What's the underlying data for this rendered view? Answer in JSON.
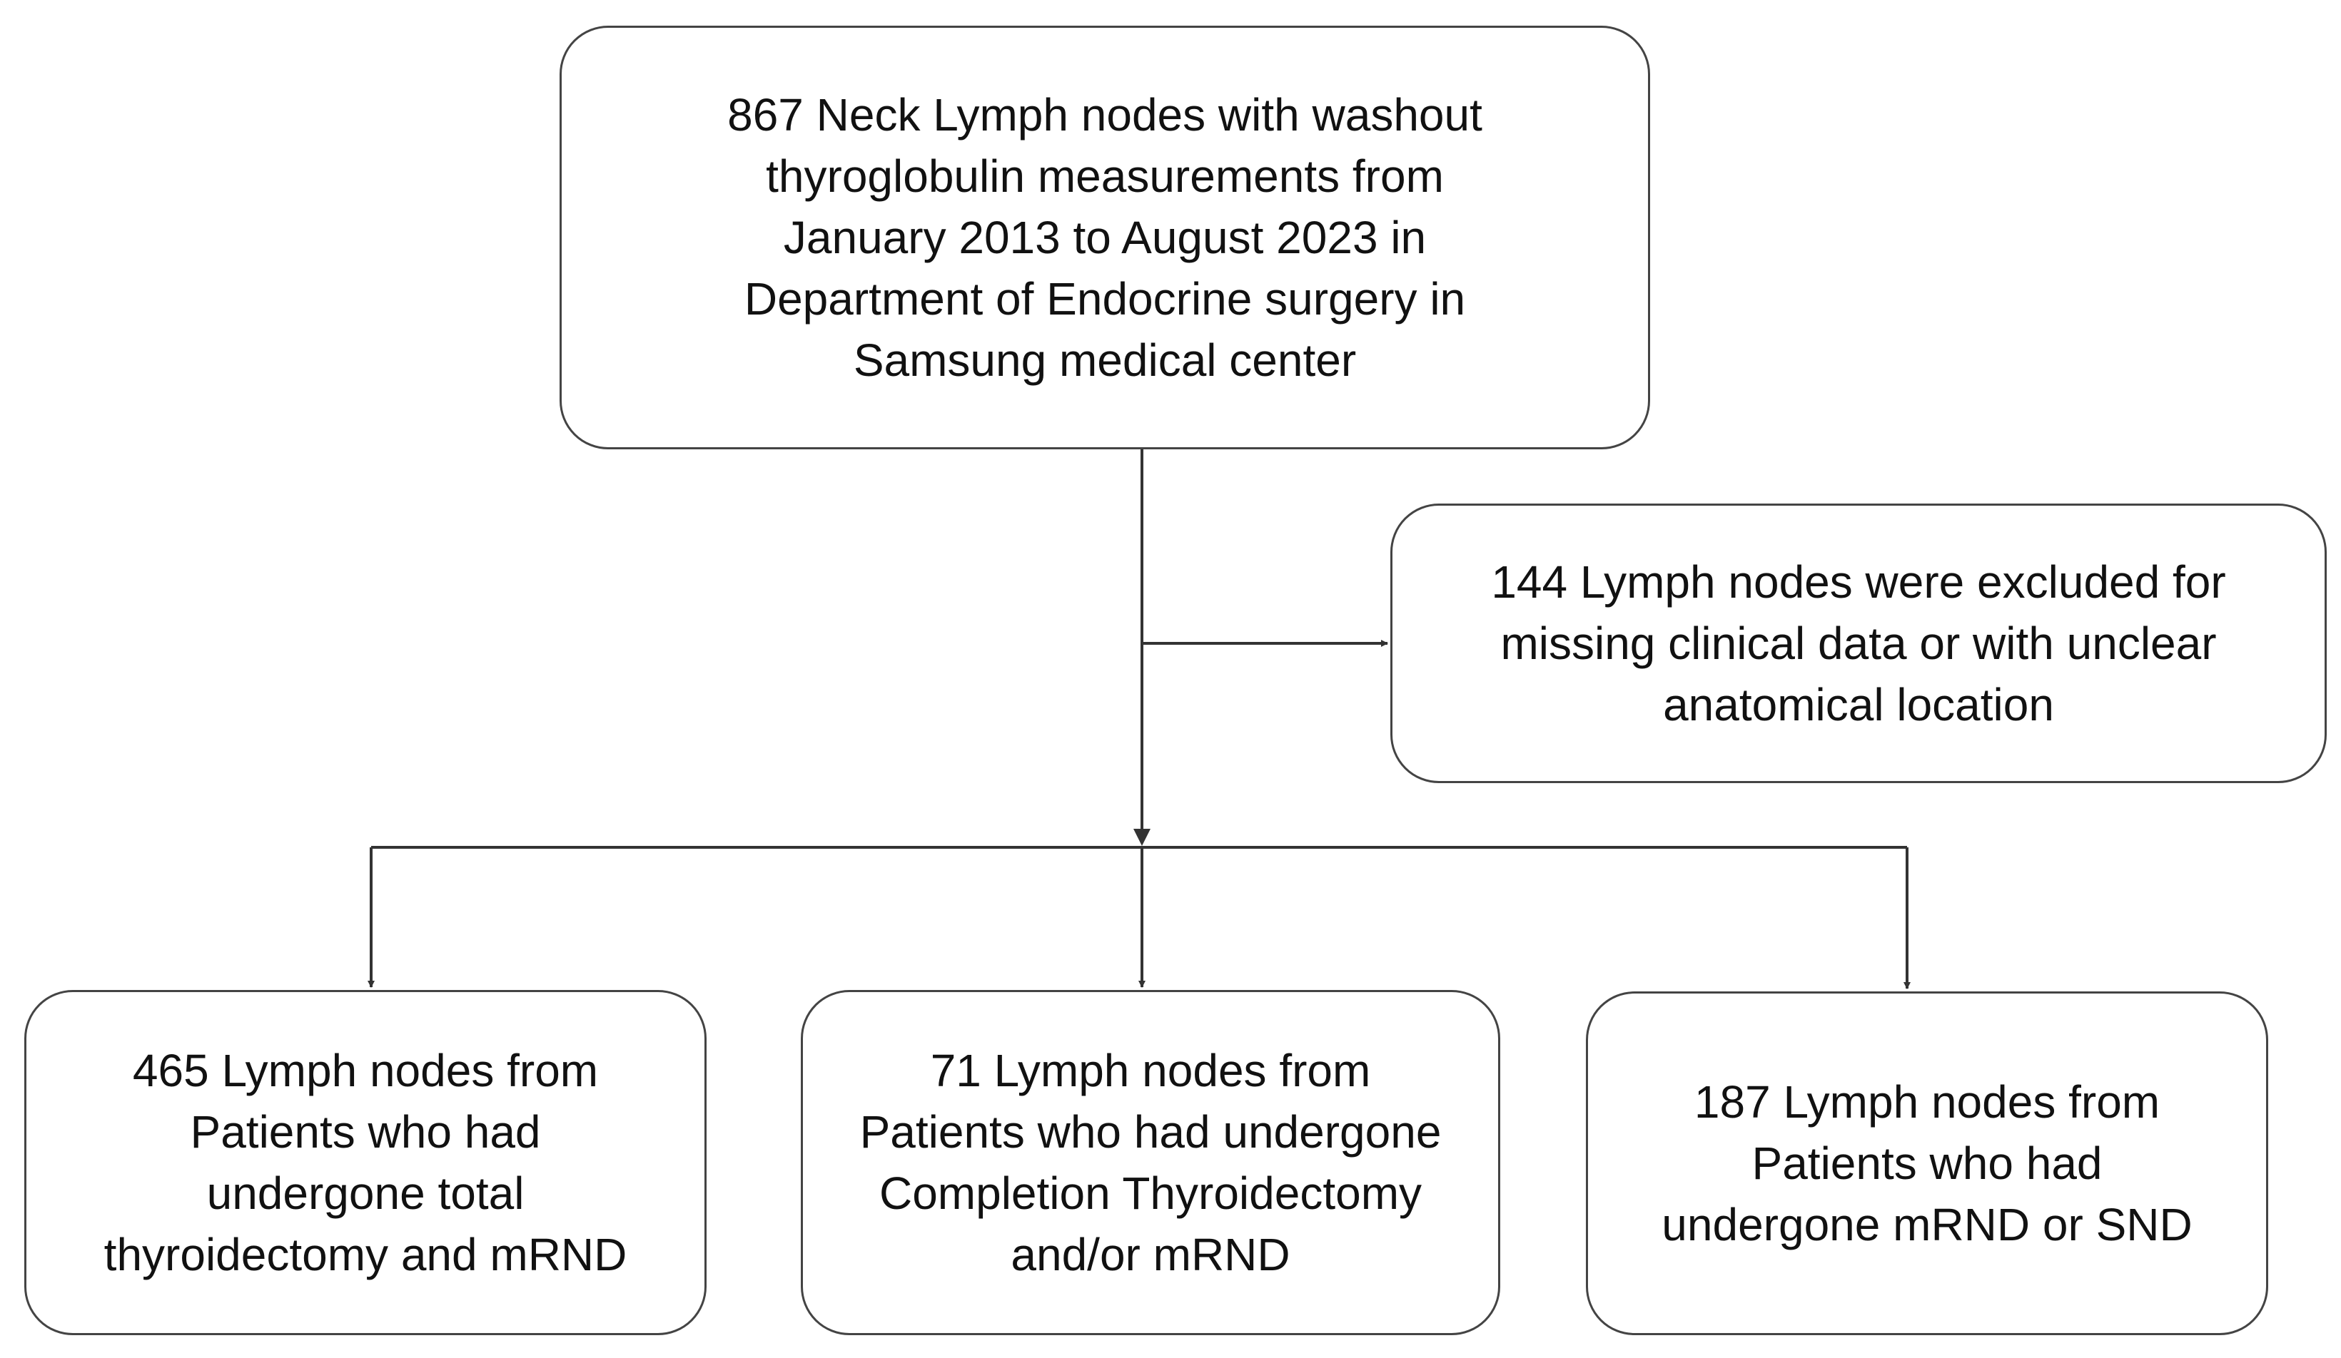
{
  "diagram": {
    "type": "flowchart",
    "colors": {
      "line": "#333333",
      "box_border": "#444444",
      "text": "#111111",
      "background": "#ffffff"
    },
    "nodes": [
      {
        "id": "source",
        "text": "867 Neck Lymph nodes with washout\nthyroglobulin measurements from\nJanuary 2013 to August 2023 in\nDepartment of Endocrine surgery in\nSamsung medical center"
      },
      {
        "id": "excluded",
        "text": "144 Lymph nodes were excluded for\nmissing clinical data or with unclear\nanatomical location"
      },
      {
        "id": "total_thyroidectomy",
        "text": "465 Lymph nodes from\nPatients who had\nundergone total\nthyroidectomy and mRND"
      },
      {
        "id": "completion_thyroidectomy",
        "text": "71 Lymph nodes from\nPatients who had undergone\nCompletion Thyroidectomy\nand/or mRND"
      },
      {
        "id": "mrnd_or_snd",
        "text": "187 Lymph nodes from\nPatients who had\nundergone mRND or SND"
      }
    ],
    "edges": [
      {
        "from": "source",
        "to": "excluded"
      },
      {
        "from": "source",
        "to": "total_thyroidectomy"
      },
      {
        "from": "source",
        "to": "completion_thyroidectomy"
      },
      {
        "from": "source",
        "to": "mrnd_or_snd"
      }
    ]
  }
}
